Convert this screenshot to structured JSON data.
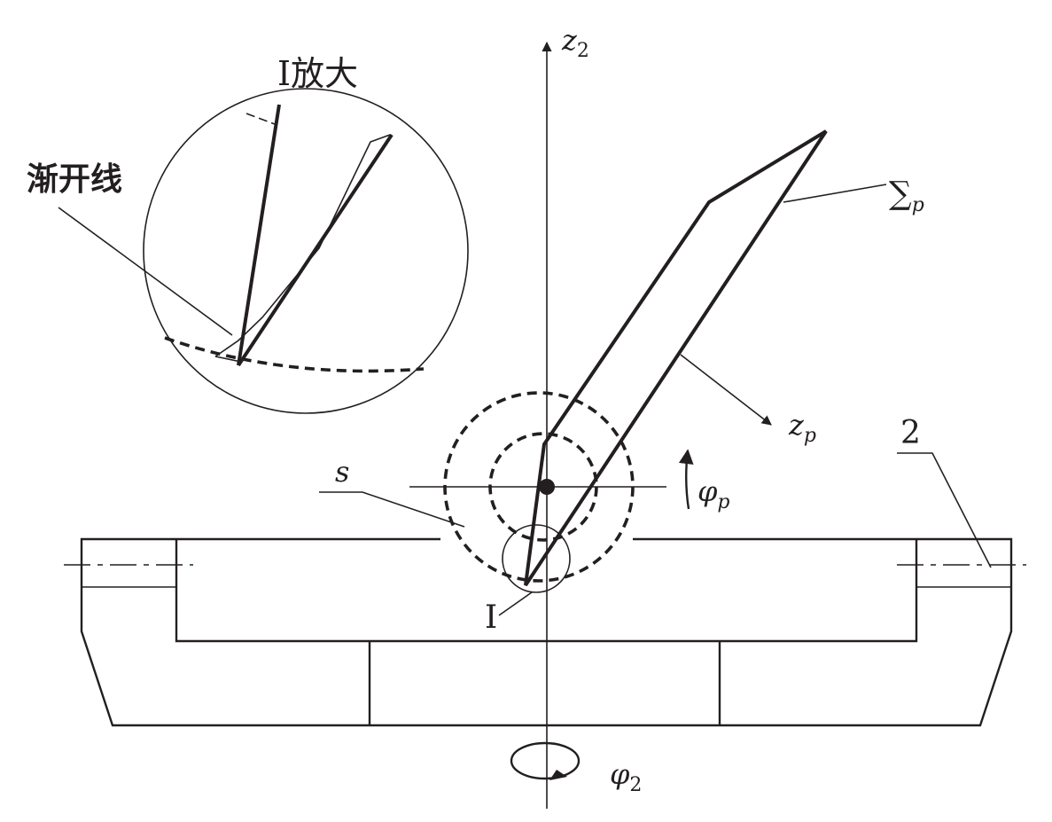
{
  "labels": {
    "z2": "z",
    "z2_sub": "2",
    "enlarge": "I放大",
    "involute": "渐开线",
    "sigma": "∑",
    "sigma_sub": "p",
    "zp": "z",
    "zp_sub": "p",
    "part_2": "2",
    "s": "s",
    "phi_p": "φ",
    "phi_p_sub": "p",
    "detail_I": "I",
    "phi_2": "φ",
    "phi_2_sub": "2"
  },
  "colors": {
    "line": "#231f20",
    "background": "#ffffff"
  }
}
